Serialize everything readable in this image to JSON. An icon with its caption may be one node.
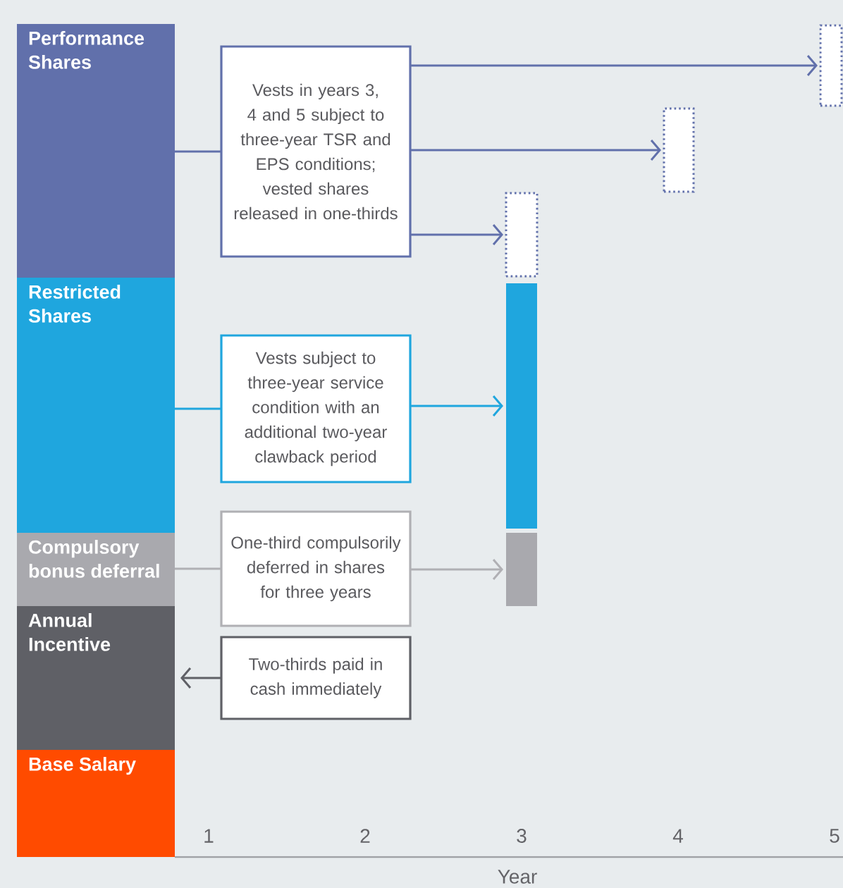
{
  "diagram": {
    "nodes": [
      {
        "text": [
          "Performance Shares"
        ]
      },
      {
        "text": [
          "Restricted Shares"
        ]
      },
      {
        "text": [
          "Compulsory bonus deferral"
        ]
      },
      {
        "text": [
          "Annual Incentive"
        ]
      },
      {
        "text": [
          "Base Salary"
        ]
      },
      {
        "text": [
          "Vests in years 3, 4 and 5 subject to three-year TSR and EPS conditions; vested shares released in one-thirds"
        ]
      },
      {
        "text": [
          "Vests subject to three-year service condition with an additional two-year clawback period"
        ]
      },
      {
        "text": [
          "One-third compulsorily deferred in shares for three years"
        ]
      },
      {
        "text": [
          "Two-thirds paid in cash immediately"
        ]
      },
      {
        "text": [],
        "shape": "box"
      },
      {
        "text": [],
        "shape": "box"
      },
      {
        "text": [],
        "shape": "box"
      },
      {
        "text": [],
        "shape": "bar"
      },
      {
        "text": [],
        "shape": "bar"
      }
    ],
    "edges": [
      {
        "from": 0,
        "to": 5,
        "arrow": "none"
      },
      {
        "from": 5,
        "to": 9,
        "arrow": "to"
      },
      {
        "from": 5,
        "to": 10,
        "arrow": "to"
      },
      {
        "from": 5,
        "to": 11,
        "arrow": "to"
      },
      {
        "from": 1,
        "to": 6,
        "arrow": "none",
        "color": "#1fa6de"
      },
      {
        "from": 6,
        "to": 12,
        "arrow": "to",
        "color": "#1fa6de"
      },
      {
        "from": 2,
        "to": 7,
        "arrow": "none",
        "color": "#b0b0b4"
      },
      {
        "from": 7,
        "to": 13,
        "arrow": "to",
        "color": "#b0b0b4"
      },
      {
        "from": 8,
        "to": 3,
        "arrow": "to",
        "color": "#5f6066"
      }
    ],
    "labels": [
      "1",
      "2",
      "3",
      "4",
      "5",
      "Year"
    ]
  }
}
